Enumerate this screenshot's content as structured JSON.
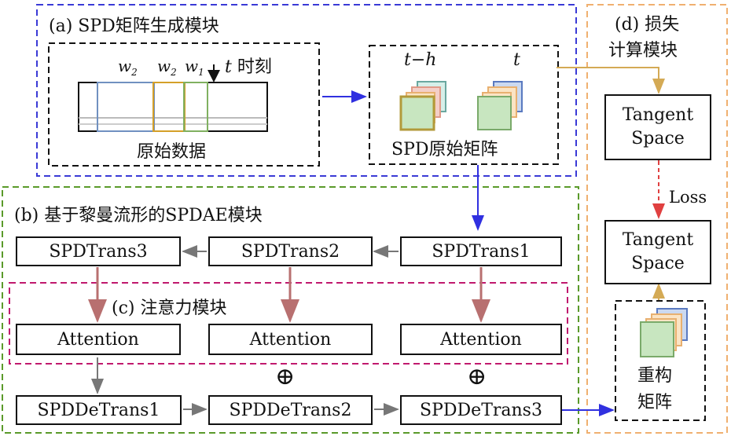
{
  "module_a": {
    "title": "(a) SPD矩阵生成模块",
    "raw_data_label": "原始数据",
    "window_w2a": "w",
    "window_w2a_sub": "2",
    "window_w2b": "w",
    "window_w2b_sub": "2",
    "window_w1": "w",
    "window_w1_sub": "1",
    "time_t": "t",
    "time_label": "时刻",
    "spd_label": "SPD原始矩阵",
    "matrix_label_th": "t−h",
    "matrix_label_t": "t"
  },
  "module_b": {
    "title": "(b) 基于黎曼流形的SPDAE模块",
    "trans": [
      "SPDTrans3",
      "SPDTrans2",
      "SPDTrans1"
    ],
    "detrans": [
      "SPDDeTrans1",
      "SPDDeTrans2",
      "SPDDeTrans3"
    ],
    "oplus": "⊕"
  },
  "module_c": {
    "title": "(c) 注意力模块",
    "attention": [
      "Attention",
      "Attention",
      "Attention"
    ]
  },
  "module_d": {
    "title_line1": "(d) 损失",
    "title_line2": "计算模块",
    "tangent_top_line1": "Tangent",
    "tangent_top_line2": "Space",
    "tangent_bottom_line1": "Tangent",
    "tangent_bottom_line2": "Space",
    "loss": "Loss",
    "reconstruct_line1": "重构",
    "reconstruct_line2": "矩阵"
  },
  "colors": {
    "blue_dashed": "#3a3ad6",
    "green_dashed": "#5a9a2a",
    "magenta_dashed": "#c0196e",
    "orange_dashed": "#f0b070",
    "arrow_blue": "#3030e0",
    "arrow_gray": "#777777",
    "arrow_mauve": "#b87070",
    "arrow_gold": "#d4aa55",
    "loss_red": "#e04040"
  }
}
